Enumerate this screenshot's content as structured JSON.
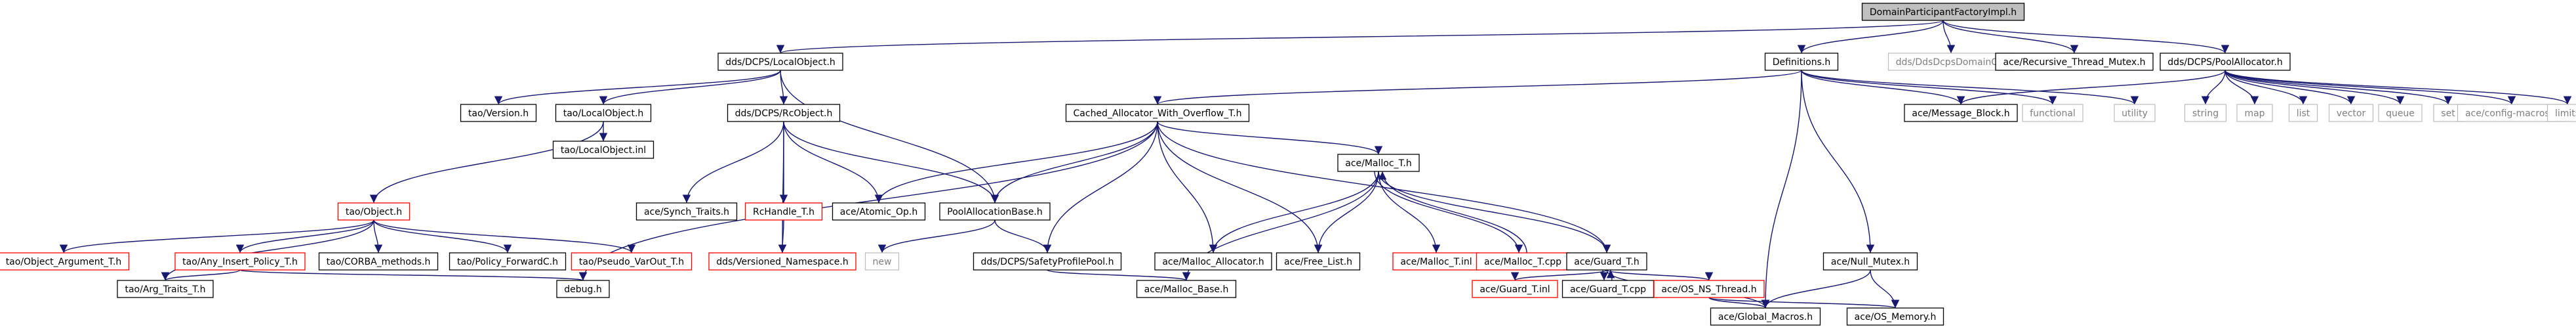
{
  "diagram": {
    "colors": {
      "edge": "#191970",
      "normal_border": "#000000",
      "missing_border": "#bfbfbf",
      "missing_text": "#7f7f7f",
      "undocumented_border": "#ff0000",
      "root_fill": "#bfbfbf",
      "fill": "#ffffff",
      "text": "#000000"
    },
    "nodes": [
      {
        "id": "root",
        "label": "DomainParticipantFactoryImpl.h",
        "style": "root"
      },
      {
        "id": "localobject",
        "label": "dds/DCPS/LocalObject.h",
        "style": "normal"
      },
      {
        "id": "definitions",
        "label": "Definitions.h",
        "style": "normal"
      },
      {
        "id": "ddsdcpsdomainc",
        "label": "dds/DdsDcpsDomainC.h",
        "style": "missing"
      },
      {
        "id": "recursive_mutex",
        "label": "ace/Recursive_Thread_Mutex.h",
        "style": "normal"
      },
      {
        "id": "poolallocator",
        "label": "dds/DCPS/PoolAllocator.h",
        "style": "normal"
      },
      {
        "id": "tao_version",
        "label": "tao/Version.h",
        "style": "normal"
      },
      {
        "id": "tao_localobject",
        "label": "tao/LocalObject.h",
        "style": "normal"
      },
      {
        "id": "rcobject",
        "label": "dds/DCPS/RcObject.h",
        "style": "normal"
      },
      {
        "id": "tao_localobject_inl",
        "label": "tao/LocalObject.inl",
        "style": "normal"
      },
      {
        "id": "tao_object",
        "label": "tao/Object.h",
        "style": "undocumented"
      },
      {
        "id": "ace_synch_traits",
        "label": "ace/Synch_Traits.h",
        "style": "normal"
      },
      {
        "id": "rchandle",
        "label": "RcHandle_T.h",
        "style": "undocumented"
      },
      {
        "id": "atomic_op",
        "label": "ace/Atomic_Op.h",
        "style": "normal"
      },
      {
        "id": "poolallocationbase",
        "label": "PoolAllocationBase.h",
        "style": "normal"
      },
      {
        "id": "cached_allocator",
        "label": "Cached_Allocator_With_Overflow_T.h",
        "style": "normal"
      },
      {
        "id": "malloc_t",
        "label": "ace/Malloc_T.h",
        "style": "normal"
      },
      {
        "id": "message_block",
        "label": "ace/Message_Block.h",
        "style": "normal"
      },
      {
        "id": "functional",
        "label": "functional",
        "style": "missing"
      },
      {
        "id": "utility",
        "label": "utility",
        "style": "missing"
      },
      {
        "id": "string",
        "label": "string",
        "style": "missing"
      },
      {
        "id": "map",
        "label": "map",
        "style": "missing"
      },
      {
        "id": "list",
        "label": "list",
        "style": "missing"
      },
      {
        "id": "vector",
        "label": "vector",
        "style": "missing"
      },
      {
        "id": "queue",
        "label": "queue",
        "style": "missing"
      },
      {
        "id": "set",
        "label": "set",
        "style": "missing"
      },
      {
        "id": "config_macros",
        "label": "ace/config-macros.h",
        "style": "missing"
      },
      {
        "id": "limits",
        "label": "limits",
        "style": "missing"
      },
      {
        "id": "object_argument",
        "label": "tao/Object_Argument_T.h",
        "style": "undocumented"
      },
      {
        "id": "any_insert_policy",
        "label": "tao/Any_Insert_Policy_T.h",
        "style": "undocumented"
      },
      {
        "id": "corba_methods",
        "label": "tao/CORBA_methods.h",
        "style": "normal"
      },
      {
        "id": "policy_forwardc",
        "label": "tao/Policy_ForwardC.h",
        "style": "normal"
      },
      {
        "id": "pseudo_varout",
        "label": "tao/Pseudo_VarOut_T.h",
        "style": "undocumented"
      },
      {
        "id": "versioned_namespace",
        "label": "dds/Versioned_Namespace.h",
        "style": "undocumented"
      },
      {
        "id": "new",
        "label": "new",
        "style": "missing"
      },
      {
        "id": "safety_profile_pool",
        "label": "dds/DCPS/SafetyProfilePool.h",
        "style": "normal"
      },
      {
        "id": "malloc_allocator",
        "label": "ace/Malloc_Allocator.h",
        "style": "normal"
      },
      {
        "id": "free_list",
        "label": "ace/Free_List.h",
        "style": "normal"
      },
      {
        "id": "malloc_t_inl",
        "label": "ace/Malloc_T.inl",
        "style": "undocumented"
      },
      {
        "id": "malloc_t_cpp",
        "label": "ace/Malloc_T.cpp",
        "style": "undocumented"
      },
      {
        "id": "guard_t",
        "label": "ace/Guard_T.h",
        "style": "normal"
      },
      {
        "id": "arg_traits",
        "label": "tao/Arg_Traits_T.h",
        "style": "normal"
      },
      {
        "id": "debug",
        "label": "debug.h",
        "style": "normal"
      },
      {
        "id": "malloc_base",
        "label": "ace/Malloc_Base.h",
        "style": "normal"
      },
      {
        "id": "guard_t_inl",
        "label": "ace/Guard_T.inl",
        "style": "undocumented"
      },
      {
        "id": "guard_t_cpp",
        "label": "ace/Guard_T.cpp",
        "style": "normal"
      },
      {
        "id": "os_ns_thread",
        "label": "ace/OS_NS_Thread.h",
        "style": "undocumented"
      },
      {
        "id": "null_mutex",
        "label": "ace/Null_Mutex.h",
        "style": "normal"
      },
      {
        "id": "global_macros",
        "label": "ace/Global_Macros.h",
        "style": "normal"
      },
      {
        "id": "os_memory",
        "label": "ace/OS_Memory.h",
        "style": "normal"
      }
    ],
    "edges": [
      [
        "root",
        "localobject"
      ],
      [
        "root",
        "definitions"
      ],
      [
        "root",
        "ddsdcpsdomainc"
      ],
      [
        "root",
        "recursive_mutex"
      ],
      [
        "root",
        "poolallocator"
      ],
      [
        "localobject",
        "tao_version"
      ],
      [
        "localobject",
        "tao_localobject"
      ],
      [
        "localobject",
        "rcobject"
      ],
      [
        "localobject",
        "poolallocationbase"
      ],
      [
        "tao_localobject",
        "tao_object"
      ],
      [
        "tao_localobject",
        "tao_localobject_inl"
      ],
      [
        "rcobject",
        "ace_synch_traits"
      ],
      [
        "rcobject",
        "rchandle"
      ],
      [
        "rcobject",
        "atomic_op"
      ],
      [
        "rcobject",
        "poolallocationbase"
      ],
      [
        "rcobject",
        "versioned_namespace"
      ],
      [
        "rchandle",
        "versioned_namespace"
      ],
      [
        "tao_object",
        "object_argument"
      ],
      [
        "tao_object",
        "any_insert_policy"
      ],
      [
        "tao_object",
        "corba_methods"
      ],
      [
        "tao_object",
        "policy_forwardc"
      ],
      [
        "tao_object",
        "pseudo_varout"
      ],
      [
        "tao_object",
        "arg_traits"
      ],
      [
        "any_insert_policy",
        "arg_traits"
      ],
      [
        "any_insert_policy",
        "debug"
      ],
      [
        "poolallocationbase",
        "new"
      ],
      [
        "poolallocationbase",
        "safety_profile_pool"
      ],
      [
        "safety_profile_pool",
        "malloc_base"
      ],
      [
        "definitions",
        "cached_allocator"
      ],
      [
        "definitions",
        "message_block"
      ],
      [
        "definitions",
        "functional"
      ],
      [
        "definitions",
        "utility"
      ],
      [
        "definitions",
        "null_mutex"
      ],
      [
        "definitions",
        "global_macros"
      ],
      [
        "cached_allocator",
        "atomic_op"
      ],
      [
        "cached_allocator",
        "poolallocationbase"
      ],
      [
        "cached_allocator",
        "malloc_t"
      ],
      [
        "cached_allocator",
        "malloc_allocator"
      ],
      [
        "cached_allocator",
        "free_list"
      ],
      [
        "cached_allocator",
        "guard_t"
      ],
      [
        "cached_allocator",
        "debug"
      ],
      [
        "cached_allocator",
        "safety_profile_pool"
      ],
      [
        "malloc_t",
        "malloc_allocator"
      ],
      [
        "malloc_t",
        "free_list"
      ],
      [
        "malloc_t",
        "malloc_t_inl"
      ],
      [
        "malloc_t",
        "malloc_t_cpp"
      ],
      [
        "malloc_t",
        "guard_t"
      ],
      [
        "malloc_t",
        "malloc_base"
      ],
      [
        "malloc_t_cpp",
        "malloc_t"
      ],
      [
        "guard_t",
        "guard_t_inl"
      ],
      [
        "guard_t",
        "guard_t_cpp"
      ],
      [
        "guard_t",
        "os_ns_thread"
      ],
      [
        "guard_t",
        "global_macros"
      ],
      [
        "guard_t_cpp",
        "guard_t"
      ],
      [
        "os_ns_thread",
        "global_macros"
      ],
      [
        "os_ns_thread",
        "os_memory"
      ],
      [
        "null_mutex",
        "global_macros"
      ],
      [
        "null_mutex",
        "os_memory"
      ],
      [
        "poolallocator",
        "message_block"
      ],
      [
        "poolallocator",
        "string"
      ],
      [
        "poolallocator",
        "map"
      ],
      [
        "poolallocator",
        "list"
      ],
      [
        "poolallocator",
        "vector"
      ],
      [
        "poolallocator",
        "queue"
      ],
      [
        "poolallocator",
        "set"
      ],
      [
        "poolallocator",
        "config_macros"
      ],
      [
        "poolallocator",
        "limits"
      ]
    ]
  }
}
